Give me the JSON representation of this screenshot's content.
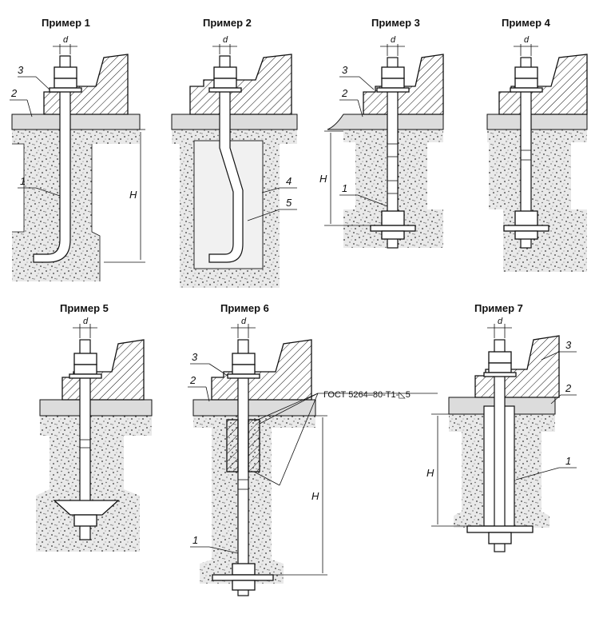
{
  "examples": [
    {
      "title": "Пример 1",
      "d": "d",
      "H": "H",
      "labels": [
        "3",
        "2",
        "1"
      ]
    },
    {
      "title": "Пример 2",
      "d": "d",
      "H": "",
      "labels": [
        "4",
        "5"
      ]
    },
    {
      "title": "Пример 3",
      "d": "d",
      "H": "H",
      "labels": [
        "3",
        "2",
        "1"
      ]
    },
    {
      "title": "Пример 4",
      "d": "d",
      "H": "",
      "labels": []
    },
    {
      "title": "Пример 5",
      "d": "d",
      "H": "",
      "labels": []
    },
    {
      "title": "Пример 6",
      "d": "d",
      "H": "H",
      "labels": [
        "3",
        "2",
        "1"
      ],
      "weld_note": "ГОСТ 5264–80-Т1-◺5"
    },
    {
      "title": "Пример 7",
      "d": "d",
      "H": "H",
      "labels": [
        "3",
        "2",
        "1"
      ]
    }
  ]
}
